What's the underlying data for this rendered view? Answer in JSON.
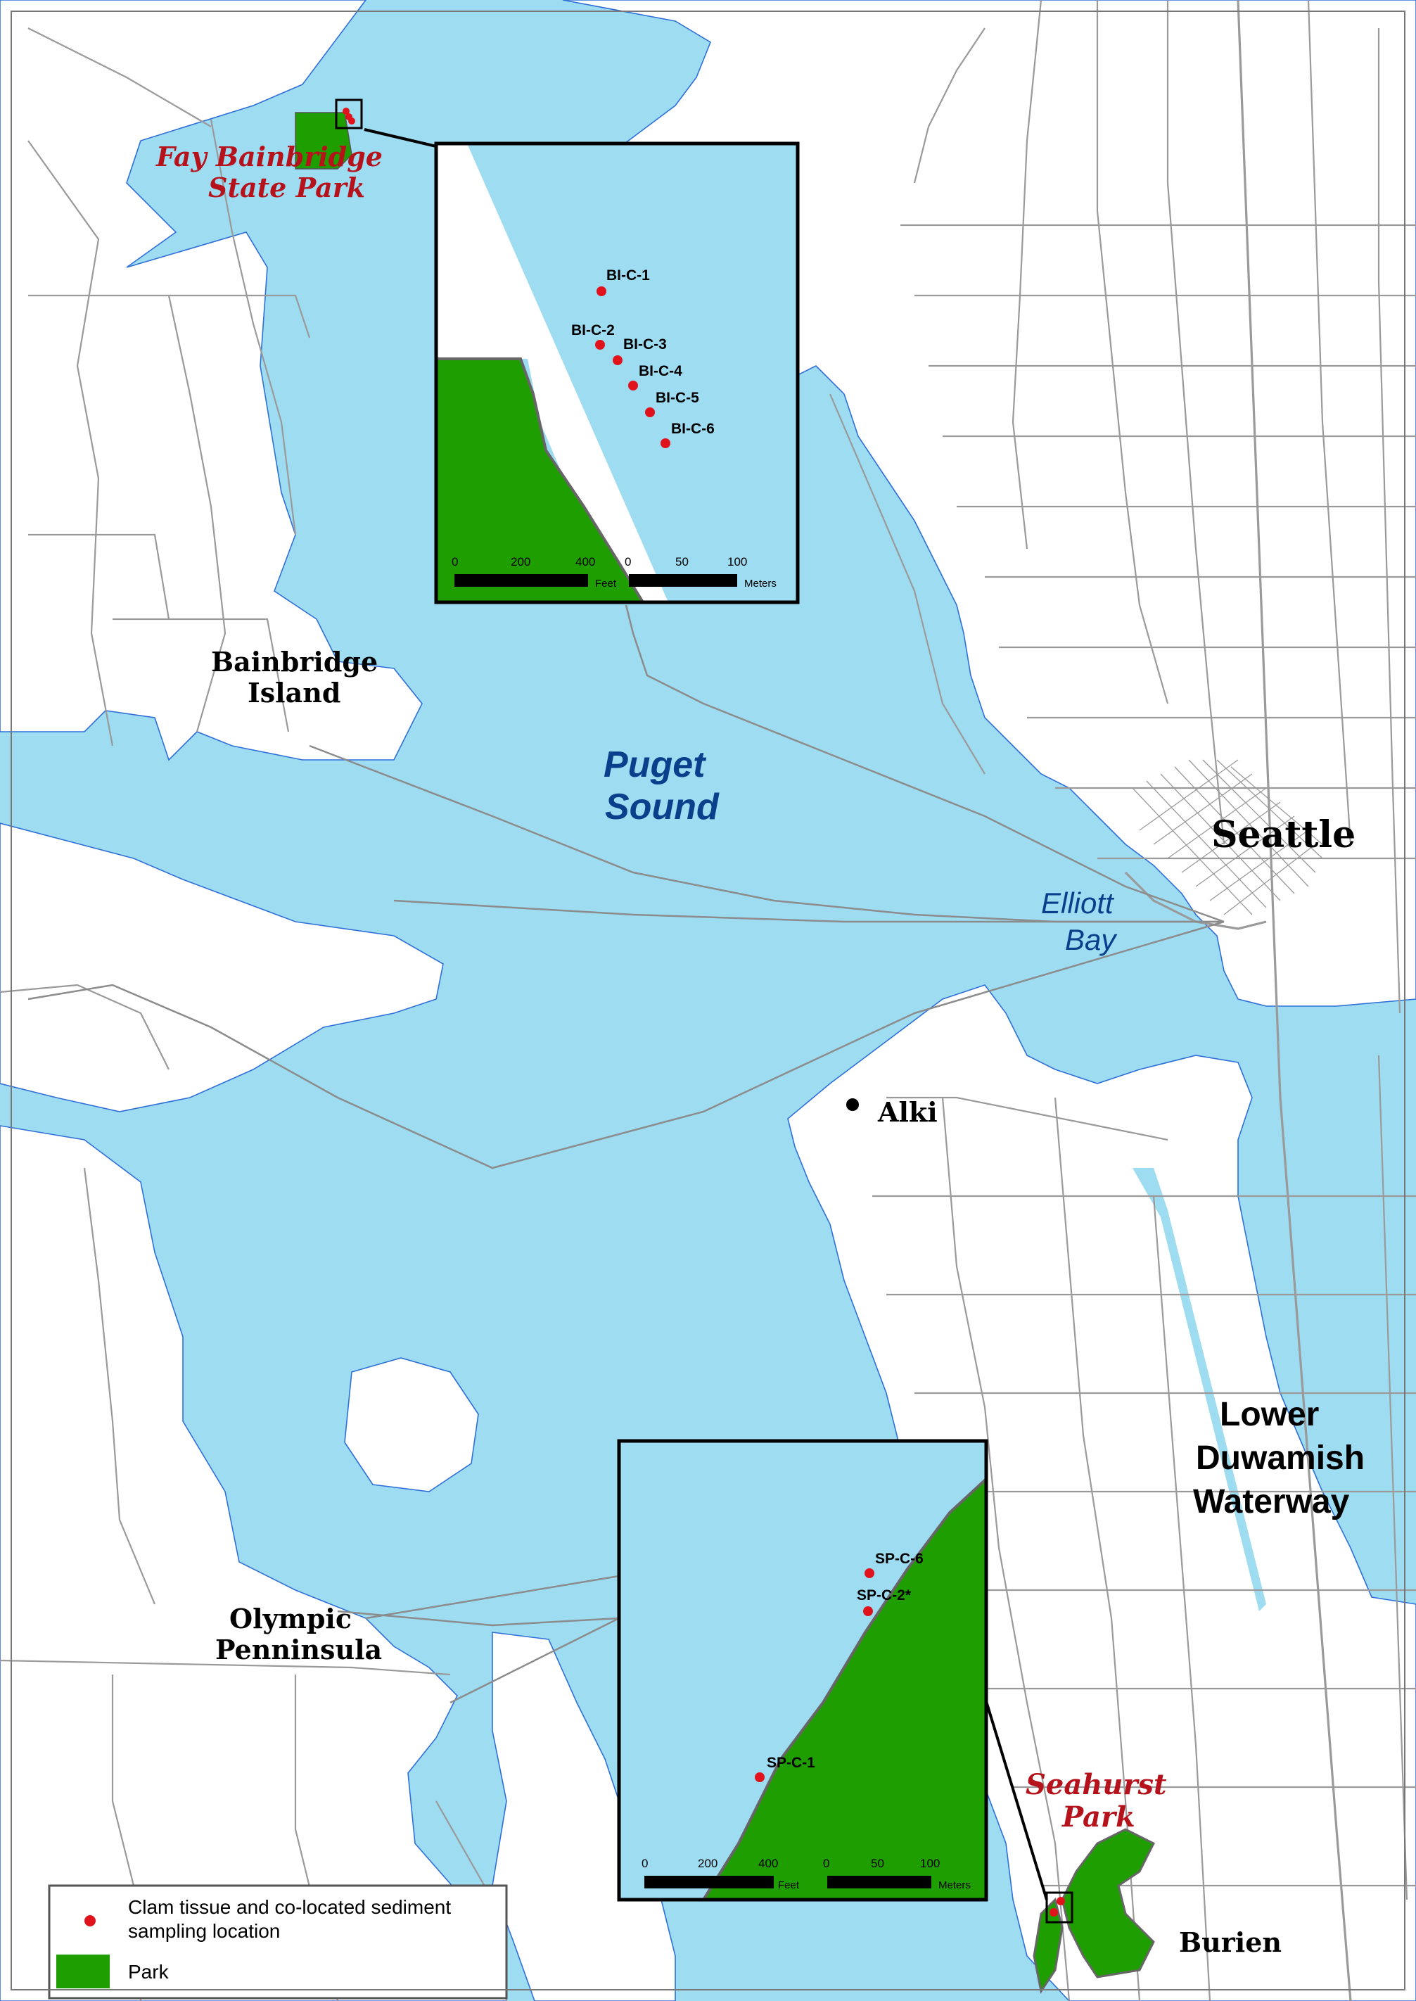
{
  "colors": {
    "water": "#9edcf2",
    "land": "#ffffff",
    "shoreline": "#2f6fd9",
    "park": "#1f9e00",
    "sample_point": "#e0121c",
    "road": "#9a9a9a",
    "park_label": "#b5121b",
    "water_label": "#0a3f8c"
  },
  "labels": {
    "fay_bainbridge_line1": "Fay Bainbridge",
    "fay_bainbridge_line2": "State Park",
    "bainbridge_line1": "Bainbridge",
    "bainbridge_line2": "Island",
    "puget_line1": "Puget",
    "puget_line2": "Sound",
    "seattle": "Seattle",
    "elliott_line1": "Elliott",
    "elliott_line2": "Bay",
    "alki": "Alki",
    "lower_duwamish_line1": "Lower",
    "lower_duwamish_line2": "Duwamish",
    "lower_duwamish_line3": "Waterway",
    "olympic_line1": "Olympic",
    "olympic_line2": "Penninsula",
    "seahurst_line1": "Seahurst",
    "seahurst_line2": "Park",
    "burien": "Burien"
  },
  "inset_bainbridge": {
    "samples": [
      "BI-C-1",
      "BI-C-2",
      "BI-C-3",
      "BI-C-4",
      "BI-C-5",
      "BI-C-6"
    ],
    "scale_feet_ticks": [
      "0",
      "200",
      "400"
    ],
    "scale_feet_unit": "Feet",
    "scale_meters_ticks": [
      "0",
      "50",
      "100"
    ],
    "scale_meters_unit": "Meters"
  },
  "inset_seahurst": {
    "samples": [
      "SP-C-6",
      "SP-C-2*",
      "SP-C-1"
    ],
    "scale_feet_ticks": [
      "0",
      "200",
      "400"
    ],
    "scale_feet_unit": "Feet",
    "scale_meters_ticks": [
      "0",
      "50",
      "100"
    ],
    "scale_meters_unit": "Meters"
  },
  "legend": {
    "sample_line1": "Clam tissue and co-located sediment",
    "sample_line2": "sampling location",
    "park": "Park"
  }
}
